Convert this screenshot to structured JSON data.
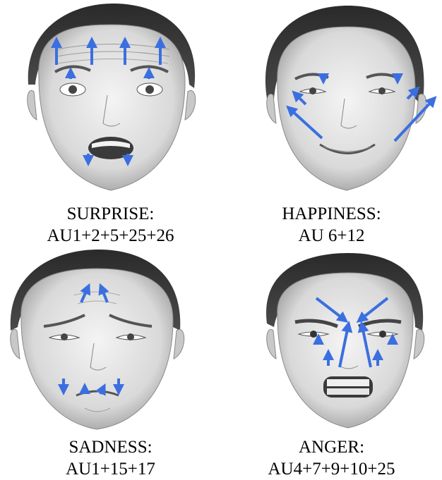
{
  "arrow_color": "#3b6fe0",
  "panels": [
    {
      "name": "SURPRISE:",
      "code": "AU1+2+5+25+26"
    },
    {
      "name": "HAPPINESS:",
      "code": "AU 6+12"
    },
    {
      "name": "SADNESS:",
      "code": "AU1+15+17"
    },
    {
      "name": "ANGER:",
      "code": "AU4+7+9+10+25"
    }
  ]
}
